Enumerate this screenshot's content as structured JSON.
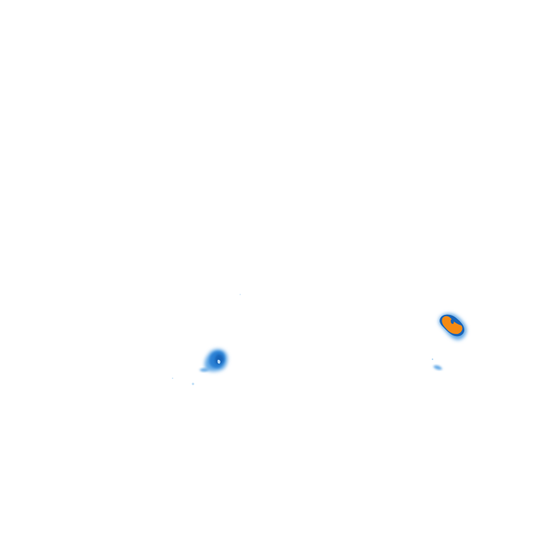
{
  "map": {
    "background": "#ffffff",
    "layer": "precipitation-radar-overlay",
    "intensity_colors": {
      "very_light": "#bcdcf6",
      "light": "#62a8e6",
      "moderate": "#2b80d4",
      "heavy": "#1763b8",
      "intense": "#f48a13"
    },
    "cells": [
      {
        "name": "echo-cell-west",
        "peak_intensity": "heavy"
      },
      {
        "name": "echo-cell-east",
        "peak_intensity": "intense"
      }
    ]
  }
}
